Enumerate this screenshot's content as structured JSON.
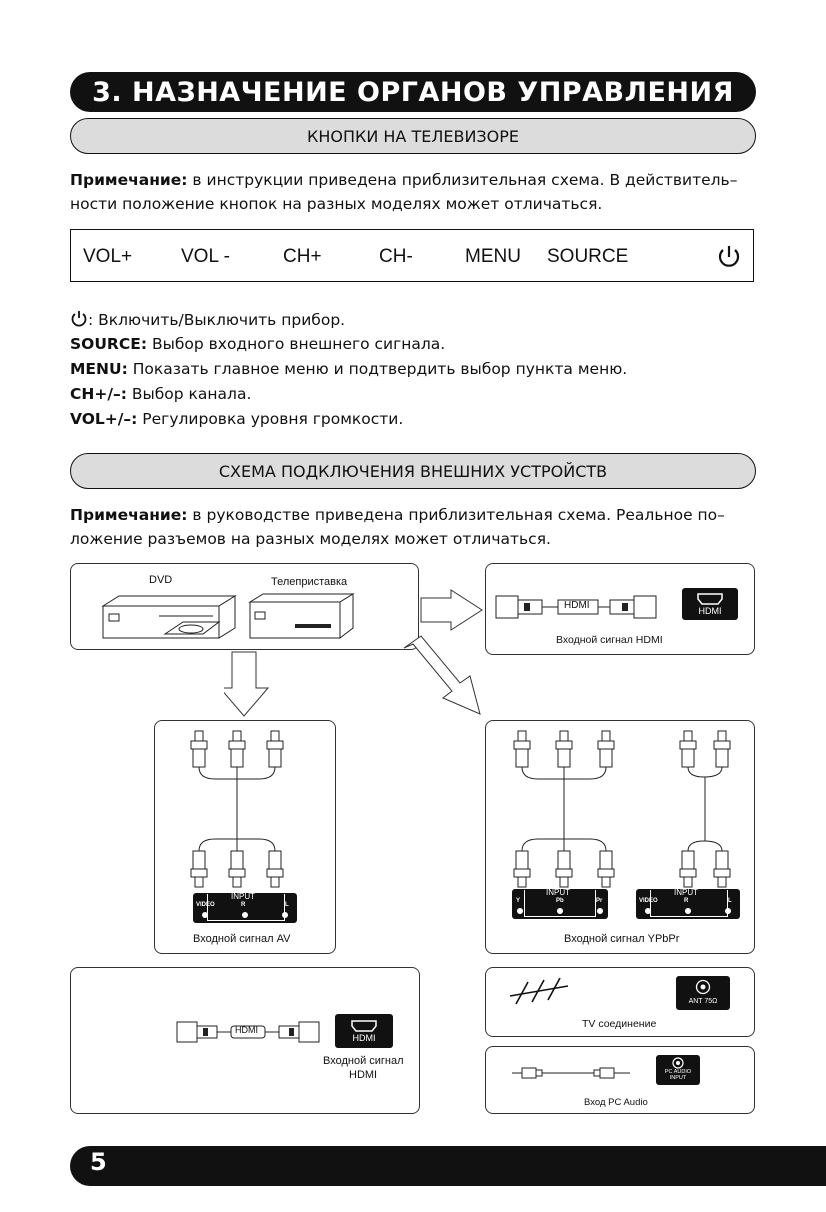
{
  "section_title": "3. НАЗНАЧЕНИЕ ОРГАНОВ УПРАВЛЕНИЯ",
  "sub1": "КНОПКИ НА ТЕЛЕВИЗОРЕ",
  "note1": {
    "label": "Примечание:",
    "text": " в инструкции приведена приблизительная схема. В действитель–ности положение кнопок на разных моделях может отличаться."
  },
  "buttons": [
    "VOL+",
    "VOL -",
    "CH+",
    "CH-",
    "MENU",
    "SOURCE"
  ],
  "power_icon": "power-icon",
  "legend": [
    {
      "key": "",
      "text": ": Включить/Выключить прибор."
    },
    {
      "key": "SOURCE:",
      "text": " Выбор входного внешнего сигнала."
    },
    {
      "key": "MENU:",
      "text": " Показать главное меню и подтвердить выбор пункта меню."
    },
    {
      "key": "CH+/–:",
      "text": " Выбор канала."
    },
    {
      "key": "VOL+/–:",
      "text": " Регулировка уровня громкости."
    }
  ],
  "sub2": "СХЕМА ПОДКЛЮЧЕНИЯ ВНЕШНИХ УСТРОЙСТВ",
  "note2": {
    "label": "Примечание:",
    "text": " в руководстве приведена приблизительная схема. Реальное по–ложение разъемов на разных моделях может отличаться."
  },
  "diagram": {
    "dvd": "DVD",
    "stb": "Телеприставка",
    "hdmi_cable": "HDMI",
    "hdmi_port": "HDMI",
    "hdmi_caption": "Входной сигнал HDMI",
    "av_input": "INPUT",
    "av_labels": [
      "VIDEO",
      "R",
      "L"
    ],
    "av_caption": "Входной сигнал AV",
    "ypbpr_input": "INPUT",
    "ypbpr_labels": [
      "Y",
      "Pb",
      "Pr"
    ],
    "ypbpr_audio_input": "INPUT",
    "ypbpr_audio_labels": [
      "VIDEO",
      "R",
      "L"
    ],
    "ypbpr_caption": "Входной сигнал YPbPr",
    "hdmi2_cable": "HDMI",
    "hdmi2_port": "HDMI",
    "hdmi2_caption_1": "Входной сигнал",
    "hdmi2_caption_2": "HDMI",
    "ant_label": "ANT 75Ω",
    "tv_caption": "TV соединение",
    "pc_port_1": "PC AUDIO",
    "pc_port_2": "INPUT",
    "pc_caption": "Вход PC Audio"
  },
  "page_number": "5"
}
